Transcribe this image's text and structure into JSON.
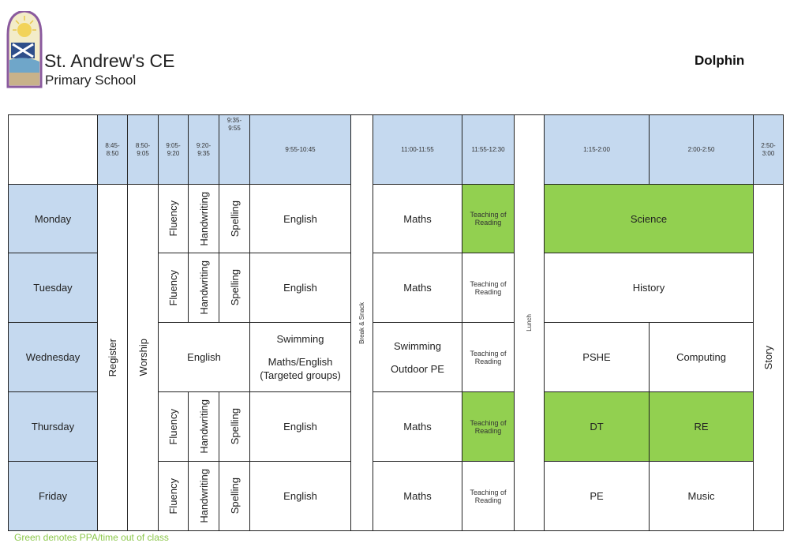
{
  "header": {
    "school_name": "St. Andrew's CE",
    "school_sub": "Primary School",
    "class_name": "Dolphin"
  },
  "times": {
    "t1": "8:45-\n8:50",
    "t2": "8:50-\n9:05",
    "t3": "9:05-\n9:20",
    "t4": "9:20-\n9:35",
    "t5": "9:35-\n9:55",
    "t6": "9:55-10:45",
    "t7": "11:00-11:55",
    "t8": "11:55-12:30",
    "t9": "1:15-2:00",
    "t10": "2:00-2:50",
    "t11": "2:50-\n3:00"
  },
  "days": [
    "Monday",
    "Tuesday",
    "Wednesday",
    "Thursday",
    "Friday"
  ],
  "spanning": {
    "register": "Register",
    "worship": "Worship",
    "break": "Break & Snack",
    "lunch": "Lunch",
    "story": "Story"
  },
  "lessons": {
    "fluency": "Fluency",
    "handwriting": "Handwriting",
    "spelling": "Spelling",
    "english": "English",
    "maths": "Maths",
    "reading": "Teaching of Reading",
    "science": "Science",
    "history": "History",
    "wed_english": "English",
    "wed_swim1": "Swimming",
    "wed_swim1_sub": "Maths/English (Targeted groups)",
    "wed_swim2": "Swimming",
    "wed_swim2_sub": "Outdoor PE",
    "pshe": "PSHE",
    "computing": "Computing",
    "dt": "DT",
    "re": "RE",
    "pe": "PE",
    "music": "Music"
  },
  "footnote": "Green denotes PPA/time out of class",
  "colors": {
    "header_blue": "#c5d9ef",
    "ppa_green": "#92d050",
    "logo_purple": "#8a5a9e"
  }
}
